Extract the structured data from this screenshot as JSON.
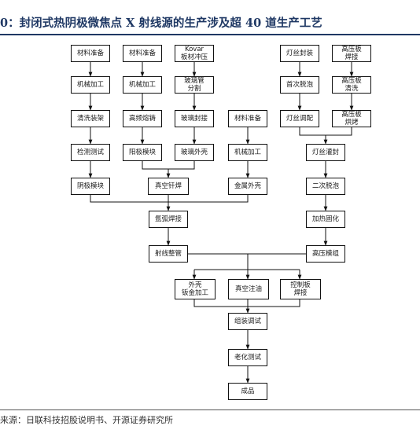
{
  "title": "0：封闭式热阴极微焦点 X 射线源的生产涉及超 40 道生产工艺",
  "source": "来源：日联科技招股说明书、开源证券研究所",
  "nodes": {
    "mat1": "材料准备",
    "mat2": "材料准备",
    "kovar": "Kovar\n板材冲压",
    "mach1": "机械加工",
    "mach2": "机械加工",
    "glass_cut": "玻璃管\n分割",
    "clean": "清洗装架",
    "hf_braze": "高频熔铸",
    "glass_seal": "玻璃封接",
    "mat3": "材料准备",
    "inspect": "检测测试",
    "anode": "阳极模块",
    "glass_shell": "玻璃外壳",
    "mach3": "机械加工",
    "cathode": "阴极模块",
    "vac_braze": "真空钎焊",
    "metal_shell": "金属外壳",
    "argon_weld": "氩弧焊接",
    "tube": "射线整管",
    "fil_pkg": "灯丝封装",
    "first_deg": "首次脱泡",
    "fil_tune": "灯丝调配",
    "fil_seal": "灯丝灌封",
    "second_deg": "二次脱泡",
    "heat_cure": "加热固化",
    "hv1": "高压板\n焊接",
    "hv2": "高压板\n清洗",
    "hv3": "高压板\n烘烤",
    "hv_mod": "高压模组",
    "shell_sheet": "外壳\n钣金加工",
    "vac_oil": "真空注油",
    "ctrl_board": "控制板\n焊接",
    "assembly": "组装调试",
    "aging": "老化测试",
    "product": "成品"
  }
}
